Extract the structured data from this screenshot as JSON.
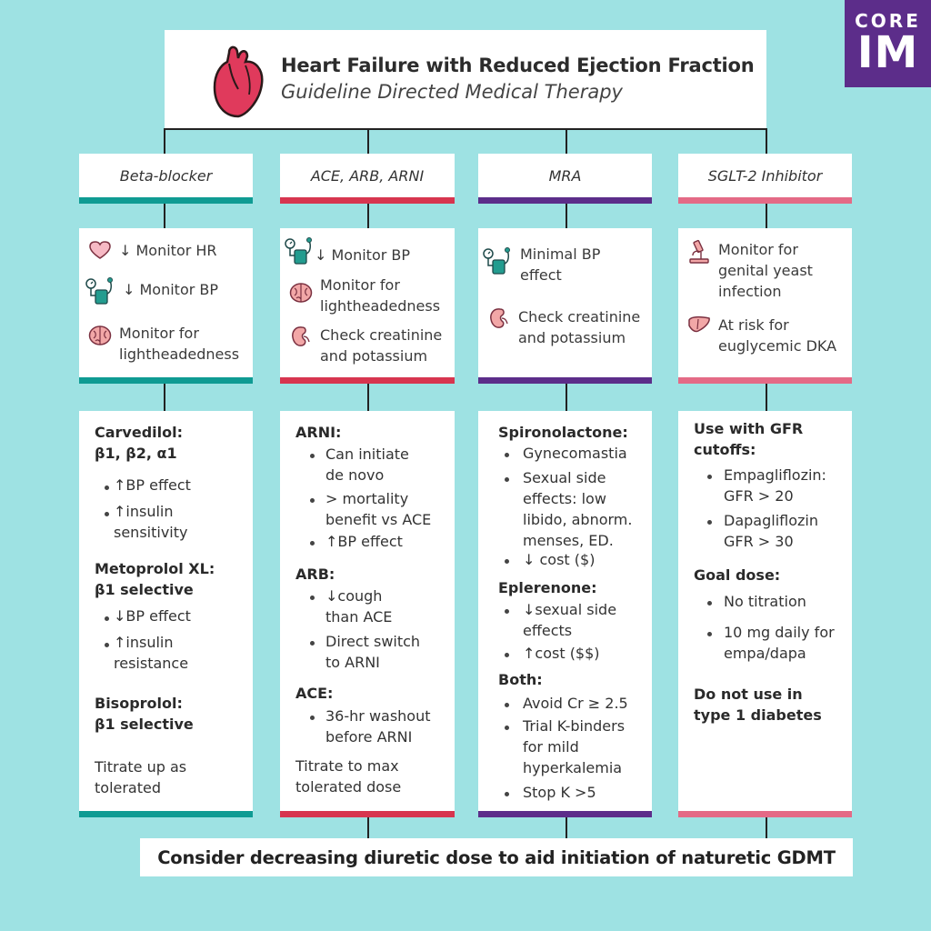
{
  "title": {
    "main": "Heart Failure with Reduced Ejection Fraction",
    "sub": "Guideline Directed Medical Therapy"
  },
  "brand": {
    "top": "CORE",
    "bottom": "IM"
  },
  "colors": {
    "teal": "#0f9b93",
    "crimson": "#d7354f",
    "purple": "#5c2d8a",
    "pink": "#e46a86",
    "background": "#9ee2e3"
  },
  "columns": [
    {
      "header": "Beta-blocker",
      "accent": "teal",
      "monitor": [
        {
          "icon": "heart-icon",
          "text": "↓ Monitor HR"
        },
        {
          "icon": "bp-monitor-icon",
          "text": "↓ Monitor BP"
        },
        {
          "icon": "brain-icon",
          "text": "Monitor for\nlightheadedness"
        }
      ],
      "details": {
        "carvedilol_title": "Carvedilol:\nβ1, β2, α1",
        "carvedilol_bullets": [
          "↑BP effect",
          "↑insulin\nsensitivity"
        ],
        "metoprolol_title": "Metoprolol XL:\nβ1 selective",
        "metoprolol_bullets": [
          "↓BP effect",
          "↑insulin\nresistance"
        ],
        "bisoprolol_title": "Bisoprolol:\nβ1 selective",
        "note": "Titrate up as\ntolerated"
      }
    },
    {
      "header": "ACE, ARB, ARNI",
      "accent": "crimson",
      "monitor": [
        {
          "icon": "bp-monitor-icon",
          "text": "↓ Monitor BP"
        },
        {
          "icon": "brain-icon",
          "text": "Monitor for\nlightheadedness"
        },
        {
          "icon": "kidney-icon",
          "text": "Check creatinine\nand potassium"
        }
      ],
      "details": {
        "arni_title": "ARNI:",
        "arni_bullets": [
          "Can initiate\nde novo",
          "> mortality\nbenefit vs ACE",
          "↑BP effect"
        ],
        "arb_title": "ARB:",
        "arb_bullets": [
          "↓cough\nthan ACE",
          "Direct switch\nto ARNI"
        ],
        "ace_title": "ACE:",
        "ace_bullets": [
          "36-hr washout\nbefore ARNI"
        ],
        "note": "Titrate to max\ntolerated dose"
      }
    },
    {
      "header": "MRA",
      "accent": "purple",
      "monitor": [
        {
          "icon": "bp-monitor-icon",
          "text": "Minimal BP\neffect"
        },
        {
          "icon": "kidney-icon",
          "text": "Check creatinine\nand potassium"
        }
      ],
      "details": {
        "spiro_title": "Spironolactone:",
        "spiro_bullets": [
          "Gynecomastia",
          "Sexual side\neffects: low\nlibido, abnorm.\nmenses, ED.",
          "↓ cost ($)"
        ],
        "eple_title": "Eplerenone:",
        "eple_bullets": [
          "↓sexual side\neffects",
          "↑cost ($$)"
        ],
        "both_title": "Both:",
        "both_bullets": [
          "Avoid Cr ≥ 2.5",
          "Trial K-binders\nfor mild\nhyperkalemia",
          "Stop K >5"
        ]
      }
    },
    {
      "header": "SGLT-2 Inhibitor",
      "accent": "pink",
      "monitor": [
        {
          "icon": "microscope-icon",
          "text": "Monitor for\ngenital yeast\ninfection"
        },
        {
          "icon": "liver-icon",
          "text": "At risk for\neuglycemic DKA"
        }
      ],
      "details": {
        "gfr_title": "Use with GFR\ncutoffs:",
        "gfr_bullets": [
          "Empagliflozin:\nGFR > 20",
          "Dapagliflozin\nGFR > 30"
        ],
        "goal_title": "Goal dose:",
        "goal_bullets": [
          "No titration",
          "10 mg daily for\nempa/dapa"
        ],
        "warning": "Do not use in\ntype 1 diabetes"
      }
    }
  ],
  "footer": "Consider decreasing diuretic dose to aid initiation of naturetic GDMT"
}
